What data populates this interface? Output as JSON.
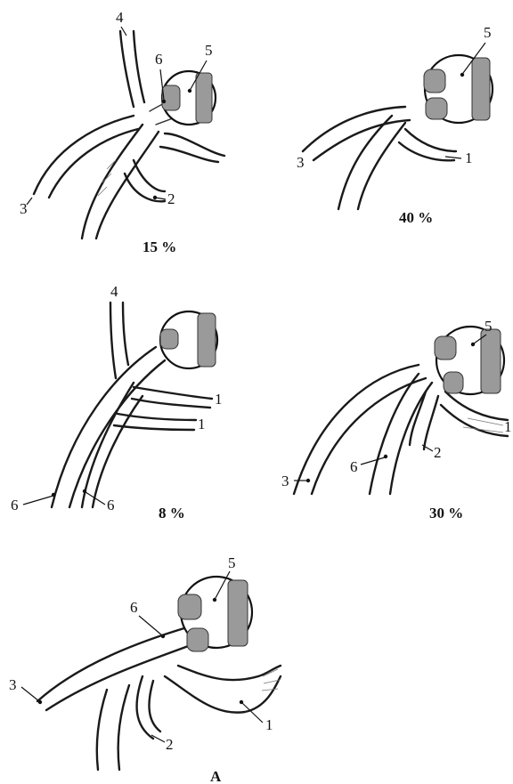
{
  "panels": [
    {
      "id": "panel-15",
      "percentage": "15 %",
      "labels": [
        "4",
        "6",
        "5",
        "3",
        "2"
      ]
    },
    {
      "id": "panel-40",
      "percentage": "40 %",
      "labels": [
        "5",
        "3",
        "1"
      ]
    },
    {
      "id": "panel-8",
      "percentage": "8 %",
      "labels": [
        "4",
        "1",
        "1",
        "6",
        "6"
      ]
    },
    {
      "id": "panel-30",
      "percentage": "30 %",
      "labels": [
        "5",
        "3",
        "6",
        "2",
        "1"
      ]
    },
    {
      "id": "panel-A",
      "percentage": "A",
      "labels": [
        "5",
        "6",
        "3",
        "1",
        "2"
      ]
    }
  ],
  "colors": {
    "ink": "#1a1a1a",
    "clip_shade": "#9a9a9a",
    "background": "#ffffff"
  }
}
